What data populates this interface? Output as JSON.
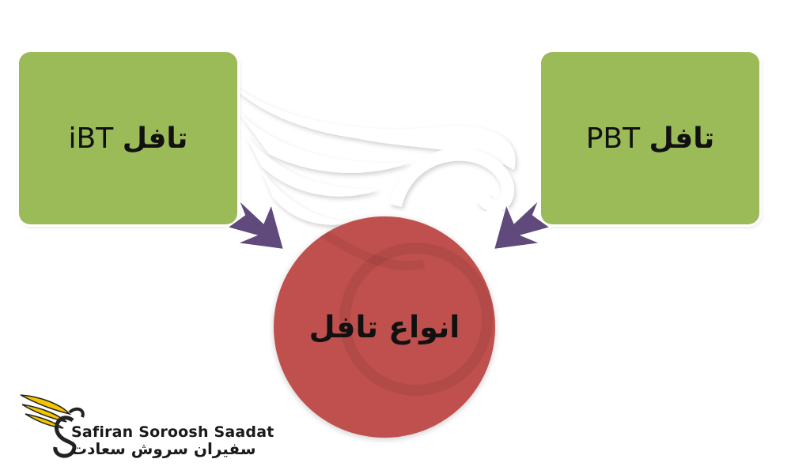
{
  "diagram": {
    "boxes": [
      {
        "id": "left",
        "label_ar": "تافل",
        "label_en": "iBT",
        "color": "#9bbb59"
      },
      {
        "id": "right",
        "label_ar": "تافل",
        "label_en": "PBT",
        "color": "#9bbb59"
      }
    ],
    "center": {
      "label": "انواع تافل",
      "color": "#c0504d"
    },
    "arrow_color": "#604a7b"
  },
  "logo": {
    "name_en": "Safiran Soroosh Saadat",
    "name_fa": "سفیران سروش سعادت",
    "accent": "#f5c400"
  }
}
